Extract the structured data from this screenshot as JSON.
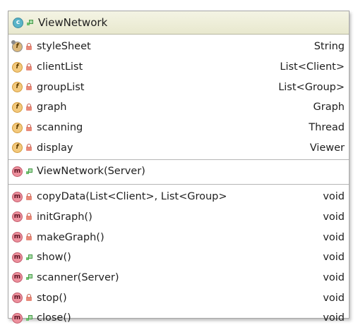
{
  "class": {
    "name": "ViewNetwork",
    "badge": "c"
  },
  "fields": [
    {
      "name": "styleSheet",
      "type": "String",
      "badge": "f",
      "visibility": "private",
      "static": true
    },
    {
      "name": "clientList",
      "type": "List<Client>",
      "badge": "f",
      "visibility": "private"
    },
    {
      "name": "groupList",
      "type": "List<Group>",
      "badge": "f",
      "visibility": "private"
    },
    {
      "name": "graph",
      "type": "Graph",
      "badge": "f",
      "visibility": "private"
    },
    {
      "name": "scanning",
      "type": "Thread",
      "badge": "f",
      "visibility": "private"
    },
    {
      "name": "display",
      "type": "Viewer",
      "badge": "f",
      "visibility": "private"
    }
  ],
  "constructors": [
    {
      "name": "ViewNetwork(Server)",
      "badge": "m",
      "visibility": "public"
    }
  ],
  "methods": [
    {
      "name": "copyData(List<Client>, List<Group>)",
      "type": "void",
      "badge": "m",
      "visibility": "private"
    },
    {
      "name": "initGraph()",
      "type": "void",
      "badge": "m",
      "visibility": "private"
    },
    {
      "name": "makeGraph()",
      "type": "void",
      "badge": "m",
      "visibility": "private"
    },
    {
      "name": "show()",
      "type": "void",
      "badge": "m",
      "visibility": "public"
    },
    {
      "name": "scanner(Server)",
      "type": "void",
      "badge": "m",
      "visibility": "public"
    },
    {
      "name": "stop()",
      "type": "void",
      "badge": "m",
      "visibility": "private"
    },
    {
      "name": "close()",
      "type": "void",
      "badge": "m",
      "visibility": "public"
    }
  ]
}
